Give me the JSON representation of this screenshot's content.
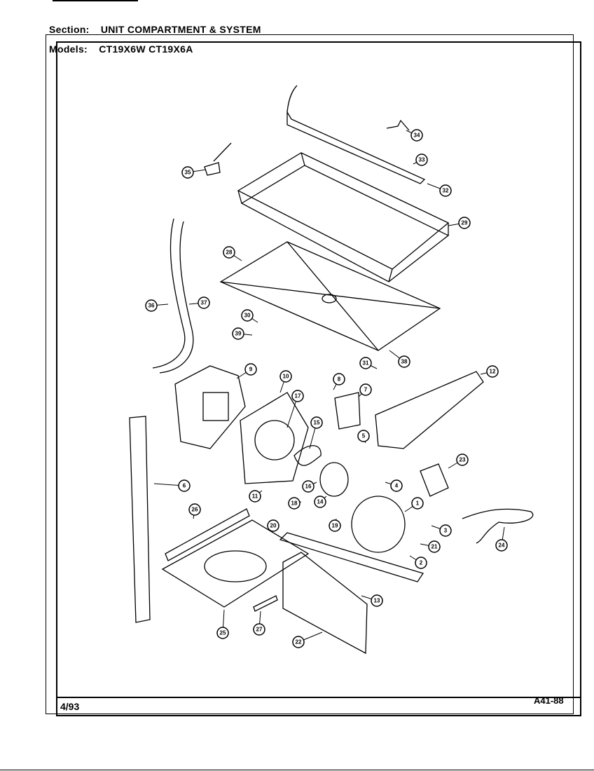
{
  "header": {
    "section_label": "Section:",
    "section_value": "UNIT COMPARTMENT & SYSTEM",
    "models_label": "Models:",
    "models_value": "CT19X6W CT19X6A"
  },
  "footer": {
    "date": "4/93",
    "page_code": "A41-88"
  },
  "callouts": [
    "34",
    "33",
    "35",
    "32",
    "28",
    "29",
    "36",
    "37",
    "30",
    "39",
    "31",
    "38",
    "9",
    "10",
    "17",
    "8",
    "7",
    "12",
    "15",
    "5",
    "6",
    "11",
    "18",
    "16",
    "14",
    "23",
    "4",
    "1",
    "19",
    "20",
    "26",
    "3",
    "21",
    "24",
    "2",
    "13",
    "25",
    "27",
    "22"
  ]
}
